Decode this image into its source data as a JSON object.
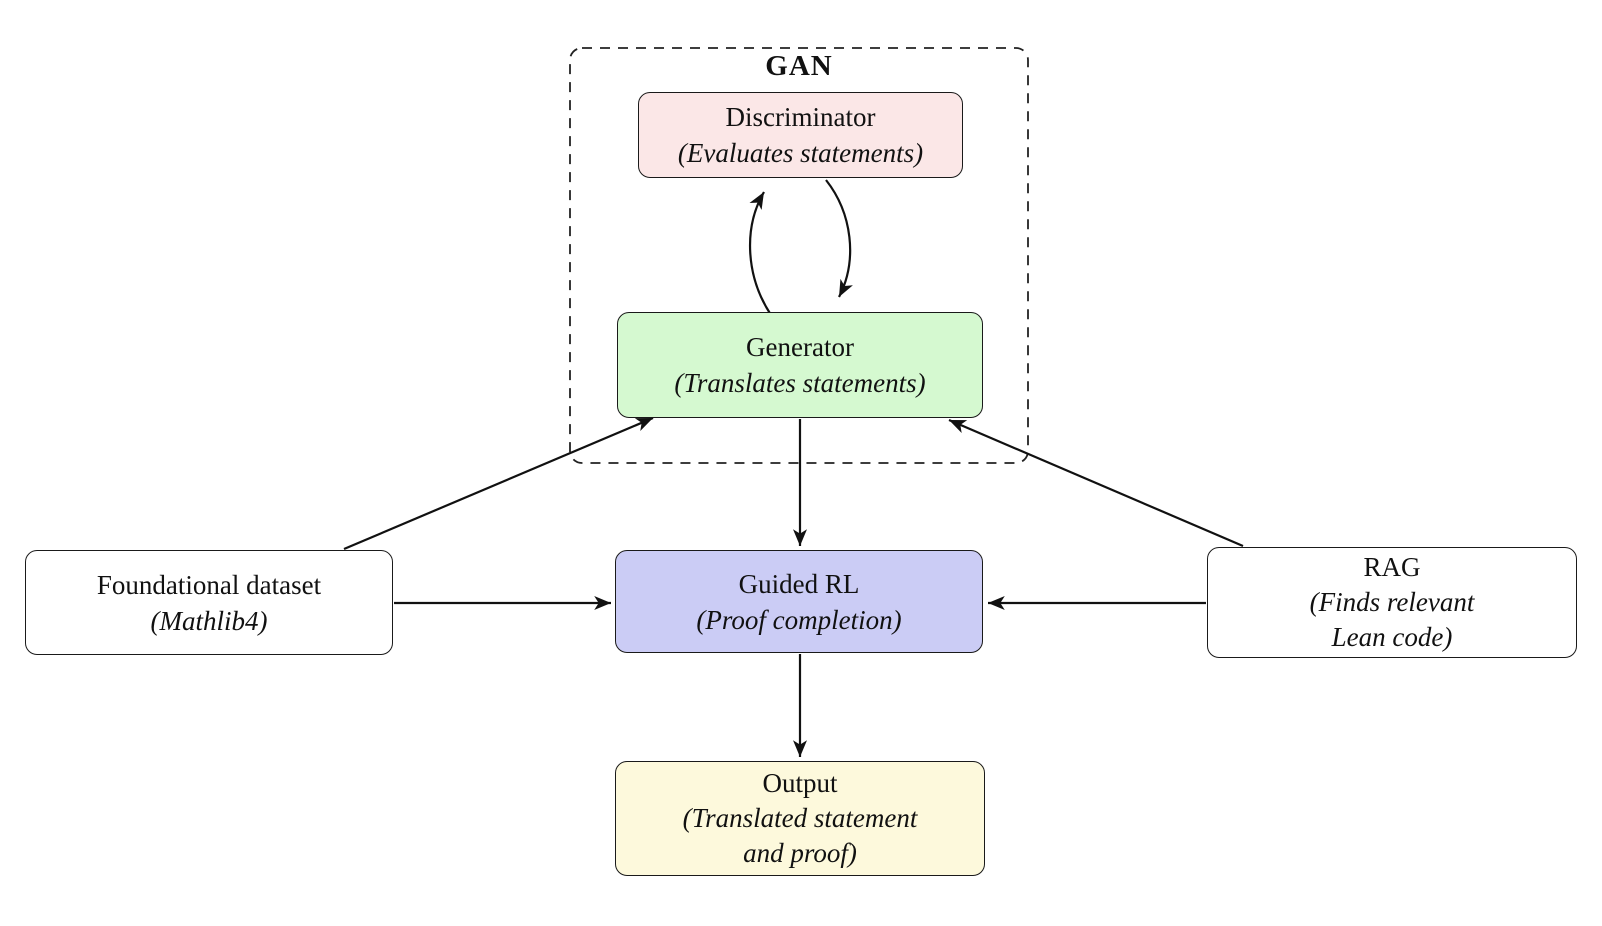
{
  "canvas": {
    "background": "#ffffff",
    "stroke_color": "#111111",
    "text_color": "#111111"
  },
  "gan_group": {
    "label": "GAN"
  },
  "nodes": {
    "discriminator": {
      "title": "Discriminator",
      "subtitle": "(Evaluates statements)",
      "fill": "#fbe7e7"
    },
    "generator": {
      "title": "Generator",
      "subtitle": "(Translates statements)",
      "fill": "#d5f9d0"
    },
    "foundational_dataset": {
      "title": "Foundational dataset",
      "subtitle": "(Mathlib4)",
      "fill": "#ffffff"
    },
    "guided_rl": {
      "title": "Guided RL",
      "subtitle": "(Proof completion)",
      "fill": "#cbccf5"
    },
    "rag": {
      "title": "RAG",
      "subtitle": "(Finds relevant\nLean code)",
      "fill": "#ffffff"
    },
    "output": {
      "title": "Output",
      "subtitle": "(Translated statement\nand proof)",
      "fill": "#fdf9dc"
    }
  },
  "edges": [
    {
      "from": "generator",
      "to": "discriminator",
      "style": "curved"
    },
    {
      "from": "discriminator",
      "to": "generator",
      "style": "curved"
    },
    {
      "from": "generator",
      "to": "guided_rl",
      "style": "straight"
    },
    {
      "from": "guided_rl",
      "to": "output",
      "style": "straight"
    },
    {
      "from": "foundational_dataset",
      "to": "guided_rl",
      "style": "straight"
    },
    {
      "from": "rag",
      "to": "guided_rl",
      "style": "straight"
    },
    {
      "from": "foundational_dataset",
      "to": "generator",
      "style": "straight-diagonal"
    },
    {
      "from": "rag",
      "to": "generator",
      "style": "straight-diagonal"
    }
  ]
}
